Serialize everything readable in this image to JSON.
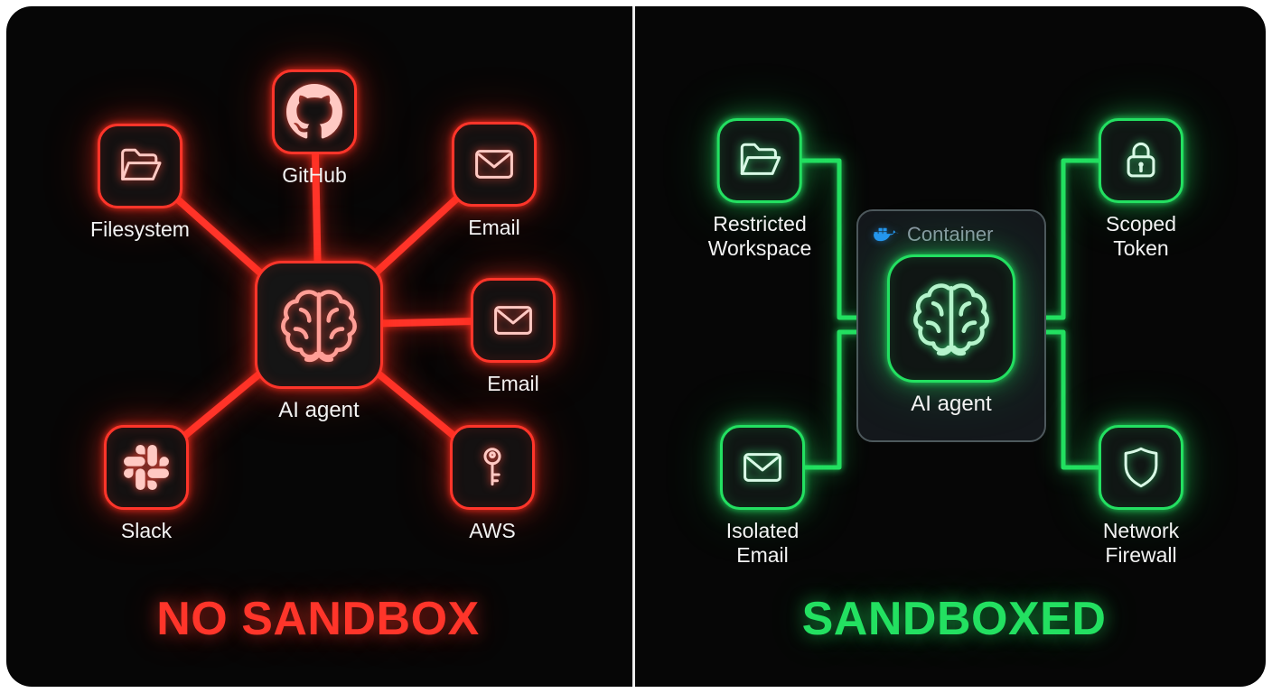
{
  "left_panel": {
    "title": "NO SANDBOX",
    "accent": "#ff352a",
    "center_node": {
      "label": "AI agent",
      "icon": "brain-icon"
    },
    "nodes": {
      "filesystem": {
        "label": "Filesystem",
        "icon": "folder-icon"
      },
      "github": {
        "label": "GitHub",
        "icon": "github-icon"
      },
      "email_top": {
        "label": "Email",
        "icon": "envelope-icon"
      },
      "email_right": {
        "label": "Email",
        "icon": "envelope-icon"
      },
      "slack": {
        "label": "Slack",
        "icon": "slack-icon"
      },
      "aws": {
        "label": "AWS",
        "icon": "key-icon"
      }
    }
  },
  "right_panel": {
    "title": "SANDBOXED",
    "accent": "#23e061",
    "container": {
      "label": "Container",
      "icon": "docker-icon",
      "docker_color": "#2496ed"
    },
    "center_node": {
      "label": "AI agent",
      "icon": "brain-icon"
    },
    "nodes": {
      "restricted_workspace": {
        "label": "Restricted\nWorkspace",
        "icon": "folder-icon"
      },
      "scoped_token": {
        "label": "Scoped\nToken",
        "icon": "lock-icon"
      },
      "isolated_email": {
        "label": "Isolated\nEmail",
        "icon": "envelope-icon"
      },
      "network_firewall": {
        "label": "Network\nFirewall",
        "icon": "shield-icon"
      }
    }
  }
}
